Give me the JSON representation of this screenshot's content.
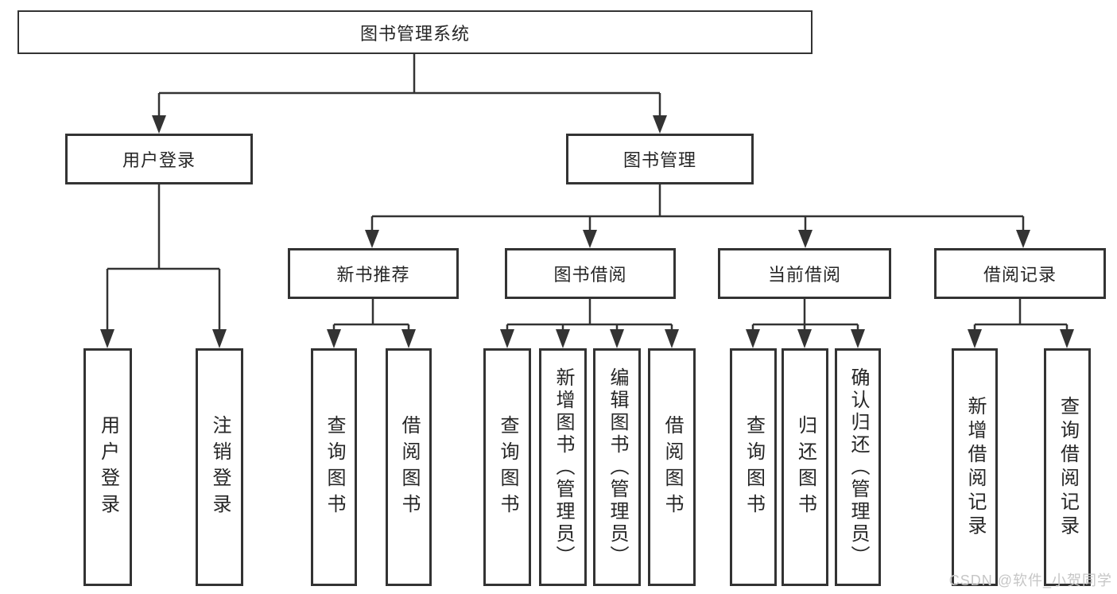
{
  "colors": {
    "line": "#333333",
    "box_border": "#333333",
    "text": "#262626",
    "watermark": "#c6c6c6",
    "background": "#ffffff"
  },
  "watermark": {
    "text": "CSDN @软件_小贺同学"
  },
  "tree": {
    "root": {
      "label": "图书管理系统"
    },
    "branches": [
      {
        "label": "用户登录",
        "children": [
          {
            "label": "用户登录"
          },
          {
            "label": "注销登录"
          }
        ]
      },
      {
        "label": "图书管理",
        "children": [
          {
            "label": "新书推荐",
            "children": [
              {
                "label": "查询图书"
              },
              {
                "label": "借阅图书"
              }
            ]
          },
          {
            "label": "图书借阅",
            "children": [
              {
                "label": "查询图书"
              },
              {
                "label": "新增图书（管理员）"
              },
              {
                "label": "编辑图书（管理员）"
              },
              {
                "label": "借阅图书"
              }
            ]
          },
          {
            "label": "当前借阅",
            "children": [
              {
                "label": "查询图书"
              },
              {
                "label": "归还图书"
              },
              {
                "label": "确认归还（管理员）"
              }
            ]
          },
          {
            "label": "借阅记录",
            "children": [
              {
                "label": "新增借阅记录"
              },
              {
                "label": "查询借阅记录"
              }
            ]
          }
        ]
      }
    ]
  }
}
